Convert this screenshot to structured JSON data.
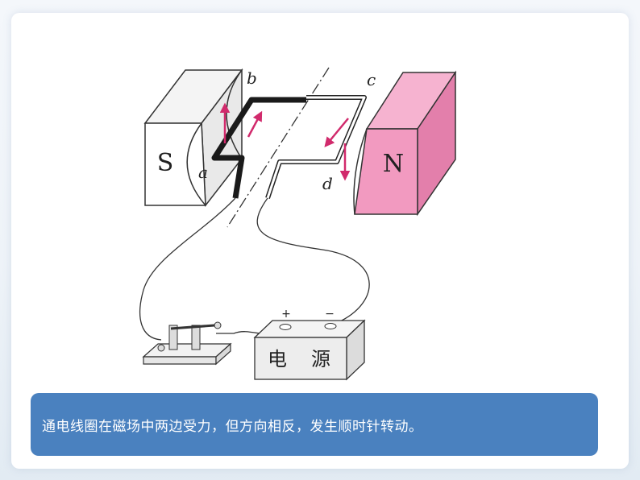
{
  "labels": {
    "south_pole": "S",
    "north_pole": "N",
    "side_a": "a",
    "side_b": "b",
    "side_c": "c",
    "side_d": "d",
    "positive": "+",
    "negative": "−",
    "power_char_1": "电",
    "power_char_2": "源"
  },
  "caption": "通电线圈在磁场中两边受力，但方向相反，发生顺时针转动。",
  "colors": {
    "magnet_n": "#f29ac0",
    "force_arrow": "#d12a6c",
    "caption_bg": "#4a81bf"
  }
}
